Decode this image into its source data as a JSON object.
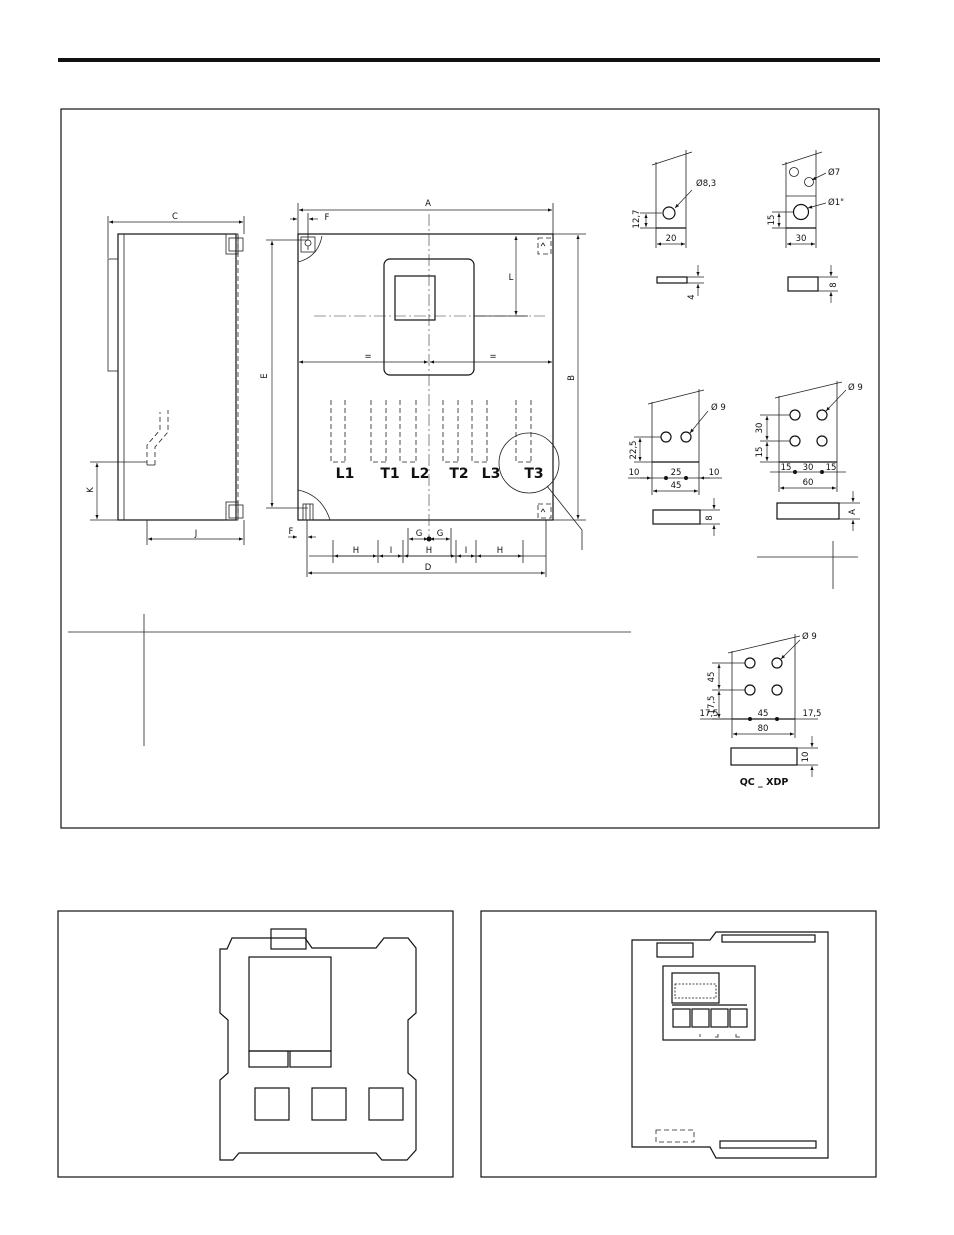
{
  "colors": {
    "ink": "#111111",
    "paper": "#ffffff"
  },
  "main_drawing": {
    "dims": {
      "A": "A",
      "B": "B",
      "C": "C",
      "D": "D",
      "E": "E",
      "F_top": "F",
      "F_bottom": "F",
      "G_left": "G",
      "G_right": "G",
      "H1": "H",
      "H2": "H",
      "H3": "H",
      "I1": "I",
      "I2": "I",
      "J": "J",
      "K": "K",
      "L": "L",
      "eq_left": "=",
      "eq_right": "="
    },
    "terminals": [
      "L1",
      "T1",
      "L2",
      "T2",
      "L3",
      "T3"
    ]
  },
  "details": {
    "d1": {
      "hole": "Ø8,3",
      "h": "12,7",
      "w": "20",
      "t": "4"
    },
    "d2": {
      "hole_small": "Ø7",
      "hole_large": "Ø1\"",
      "h": "15",
      "w": "30",
      "t": "8"
    },
    "d3": {
      "hole": "Ø 9",
      "h": "22,5",
      "m_left": "10",
      "pitch": "25",
      "m_right": "10",
      "w": "45",
      "t": "8"
    },
    "d4": {
      "hole": "Ø 9",
      "v_top": "30",
      "v_bottom": "15",
      "m_left": "15",
      "pitch": "30",
      "m_right": "15",
      "w": "60",
      "t": "A"
    },
    "d5": {
      "hole": "Ø 9",
      "v_top": "45",
      "v_bottom": "17,5",
      "m_left": "17,5",
      "pitch": "45",
      "m_right": "17,5",
      "w": "80",
      "t": "10",
      "caption": "QC _ XDP"
    }
  }
}
